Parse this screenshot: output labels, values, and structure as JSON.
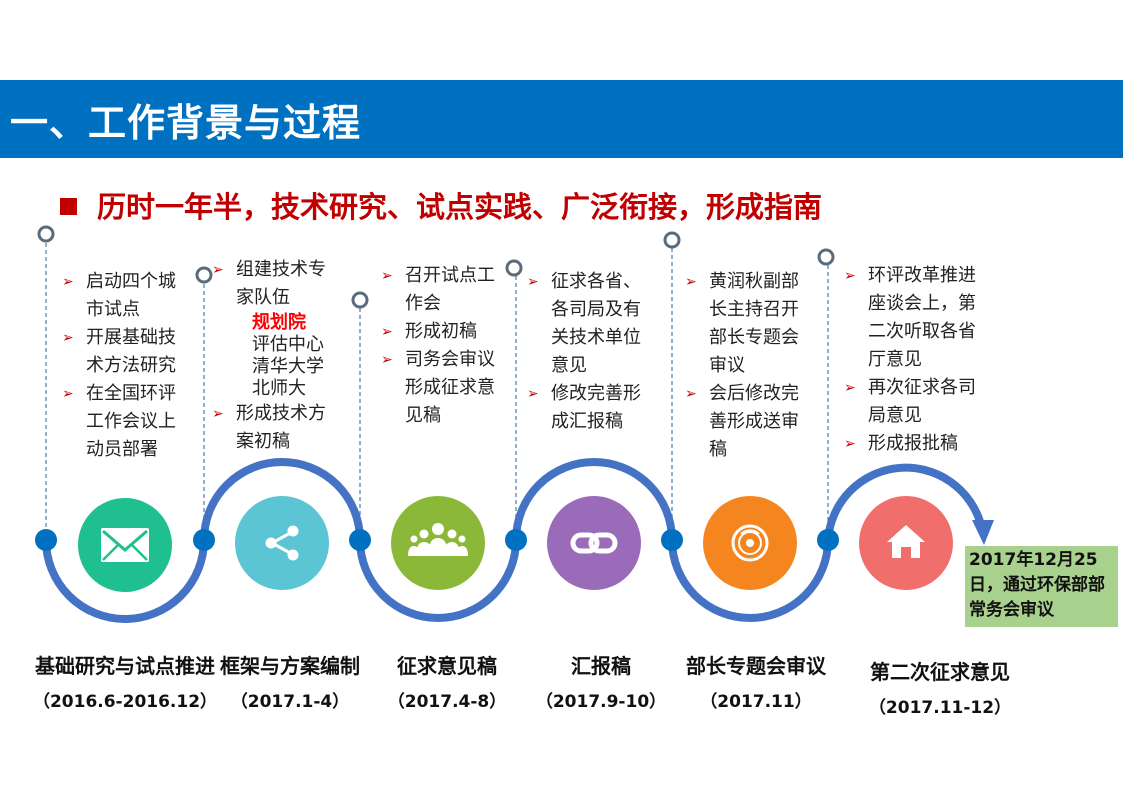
{
  "header": {
    "title": "一、工作背景与过程"
  },
  "subtitle": "历时一年半，技术研究、试点实践、广泛衔接，形成指南",
  "colors": {
    "header_bg": "#0070c0",
    "subtitle": "#c00000",
    "arc": "#4472c4",
    "final_box": "#a9d18e"
  },
  "stages": [
    {
      "name": "基础研究与试点推进",
      "date": "（2016.6-2016.12）",
      "icon": "mail-icon",
      "color": "#1fbf8f",
      "items": [
        "启动四个城市试点",
        "开展基础技术方法研究",
        "在全国环评工作会议上动员部署"
      ]
    },
    {
      "name": "框架与方案编制",
      "date": "（2017.1-4）",
      "icon": "share-icon",
      "color": "#5bc5d3",
      "items": [
        "组建技术专家队伍",
        "形成技术方案初稿"
      ],
      "sub_items": [
        {
          "text": "规划院",
          "highlight": true
        },
        {
          "text": "评估中心"
        },
        {
          "text": "清华大学"
        },
        {
          "text": "北师大"
        }
      ]
    },
    {
      "name": "征求意见稿",
      "date": "（2017.4-8）",
      "icon": "people-icon",
      "color": "#8cb83a",
      "items": [
        "召开试点工作会",
        "形成初稿",
        "司务会审议形成征求意见稿"
      ]
    },
    {
      "name": "汇报稿",
      "date": "（2017.9-10）",
      "icon": "link-icon",
      "color": "#9a6bb8",
      "items": [
        "征求各省、各司局及有关技术单位意见",
        "修改完善形成汇报稿"
      ]
    },
    {
      "name": "部长专题会审议",
      "date": "（2017.11）",
      "icon": "disc-icon",
      "color": "#f5861f",
      "items": [
        "黄润秋副部长主持召开部长专题会审议",
        "会后修改完善形成送审稿"
      ]
    },
    {
      "name": "第二次征求意见",
      "date": "（2017.11-12）",
      "icon": "home-icon",
      "color": "#f06e6b",
      "items": [
        "环评改革推进座谈会上，第二次听取各省厅意见",
        "再次征求各司局意见",
        "形成报批稿"
      ]
    }
  ],
  "final": {
    "text": "2017年12月25日，通过环保部部常务会审议"
  }
}
